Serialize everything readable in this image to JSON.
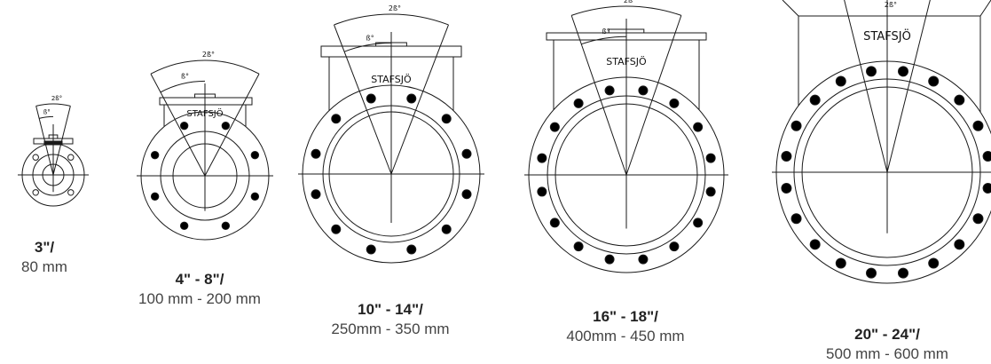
{
  "colors": {
    "line": "#1a1a1a",
    "bolt": "#000000",
    "text": "#333333"
  },
  "brand_mark": "STAFSJÖ",
  "angle_labels": {
    "outer": "2ß°",
    "inner": "ß°"
  },
  "valves": [
    {
      "size_in": "3\"/",
      "size_mm": "80 mm",
      "bolts": 4
    },
    {
      "size_in": "4\" - 8\"/",
      "size_mm": "100 mm - 200 mm",
      "bolts": 8
    },
    {
      "size_in": "10\" - 14\"/",
      "size_mm": "250mm - 350 mm",
      "bolts": 12
    },
    {
      "size_in": "16\" - 18\"/",
      "size_mm": "400mm - 450 mm",
      "bolts": 16
    },
    {
      "size_in": "20\" - 24\"/",
      "size_mm": "500 mm - 600 mm",
      "bolts": 20
    }
  ]
}
